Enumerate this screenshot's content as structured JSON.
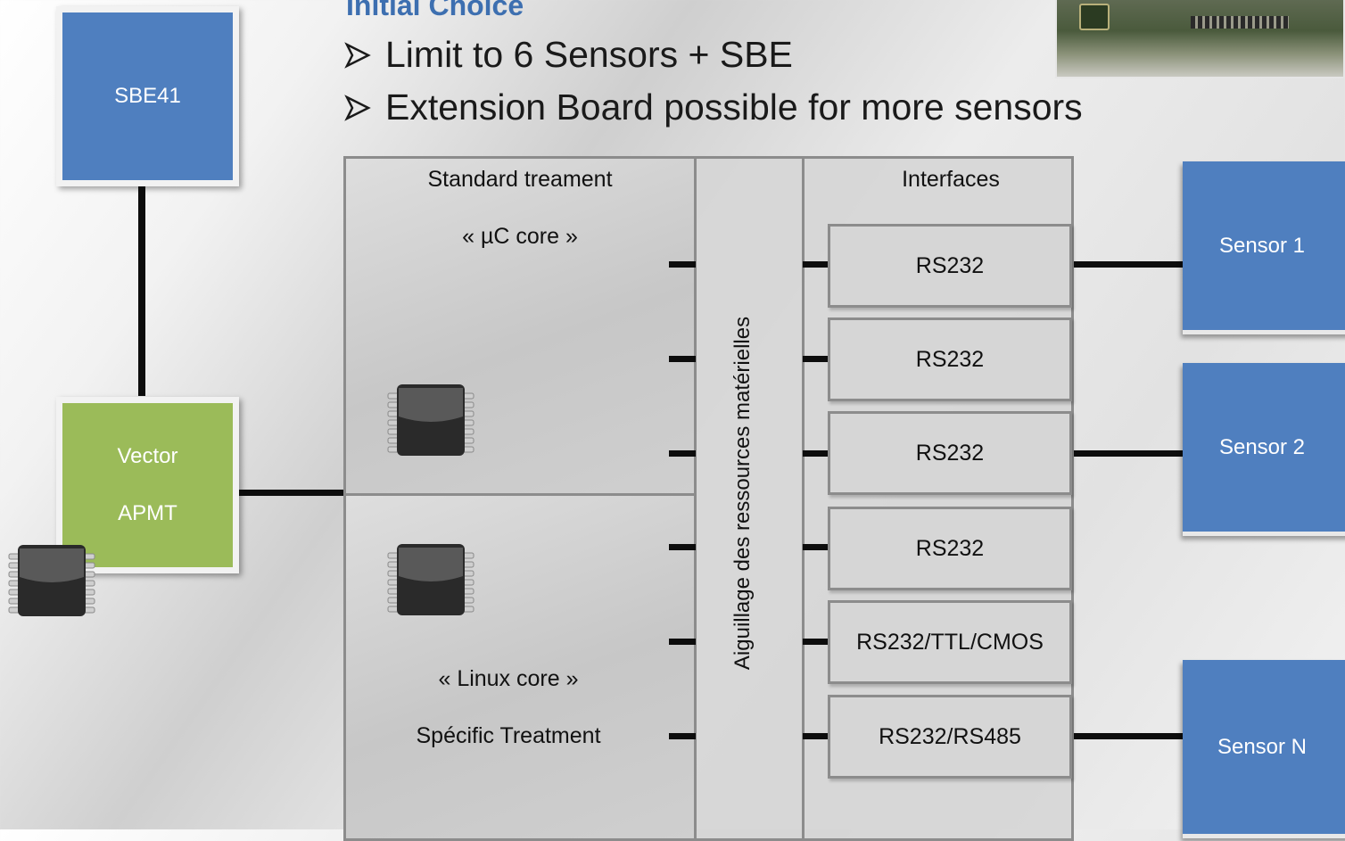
{
  "header": {
    "title": "Initial Choice",
    "bullets": [
      "Limit to 6 Sensors + SBE",
      "Extension Board possible for more sensors"
    ]
  },
  "left_blocks": {
    "sbe": "SBE41",
    "vector_line1": "Vector",
    "vector_line2": "APMT"
  },
  "board": {
    "standard_title": "Standard treament",
    "uc_core": "« µC core »",
    "linux_core": "« Linux core »",
    "specific": "Spécific Treatment",
    "switch_label": "Aiguillage des ressources matérielles",
    "interfaces_title": "Interfaces",
    "interfaces": [
      "RS232",
      "RS232",
      "RS232",
      "RS232",
      "RS232/TTL/CMOS",
      "RS232/RS485"
    ]
  },
  "sensors": [
    "Sensor 1",
    "Sensor 2",
    "Sensor N"
  ],
  "colors": {
    "blue_box": "#4f7fbf",
    "green_box": "#9bbb59",
    "heading": "#3d6fb0",
    "panel": "#d6d6d6"
  },
  "icons": [
    "arrow-bullet-icon",
    "microchip-icon",
    "board-photo"
  ]
}
